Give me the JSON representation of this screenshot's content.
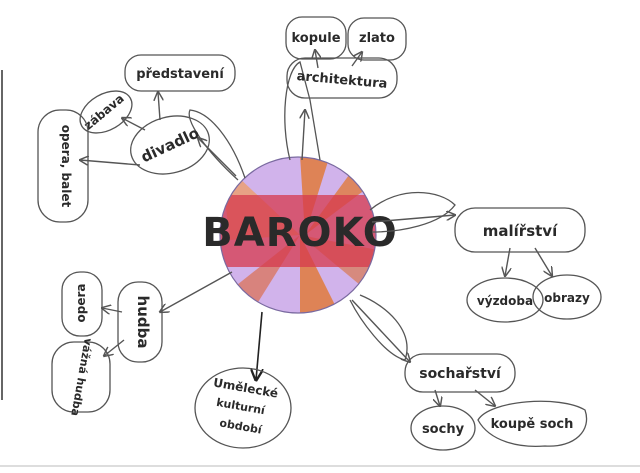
{
  "diagram": {
    "center": {
      "label": "BAROKO"
    },
    "nodes": {
      "architektura": "architektura",
      "kopule": "kopule",
      "zlato": "zlato",
      "divadlo": "divadlo",
      "predstaveni": "představení",
      "zabava": "zábava",
      "opera_balet": "opera, balet",
      "malirstvi": "malířství",
      "vyzdoba": "výzdoba",
      "obrazy": "obrazy",
      "socharstvi": "sochařství",
      "sochy": "sochy",
      "koupe_soch": "koupě soch",
      "hudba": "hudba",
      "opera": "opera",
      "vazna_hudba": "vážná hudba",
      "umelecke_line1": "Umělecké",
      "umelecke_line2": "kulturní",
      "umelecke_line3": "období"
    },
    "colors": {
      "red": "#d63a4e",
      "orange": "#e07a3c",
      "purple": "#8a6fd0",
      "pencil": "#555555"
    }
  }
}
